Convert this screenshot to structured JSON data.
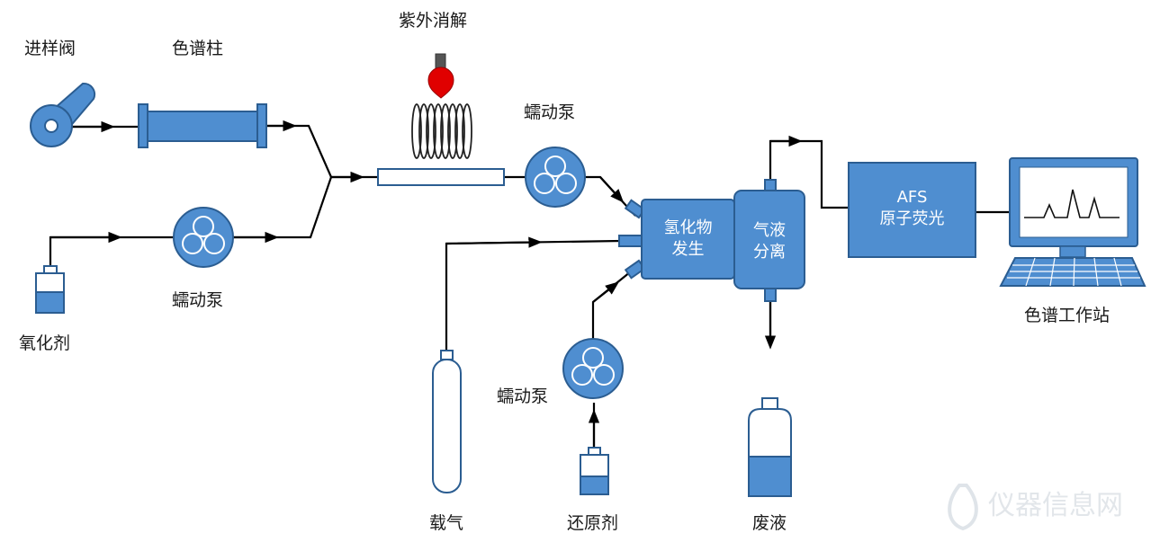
{
  "colors": {
    "fill": "#4f8ed0",
    "stroke": "#2b5d91",
    "line": "#000000",
    "lamp": "#e00000"
  },
  "labels": {
    "injection_valve": "进样阀",
    "column": "色谱柱",
    "uv_digestion": "紫外消解",
    "pump_top": "蠕动泵",
    "pump_left": "蠕动泵",
    "oxidant": "氧化剂",
    "pump_bottom": "蠕动泵",
    "carrier_gas": "载气",
    "reductant": "还原剂",
    "waste": "废液",
    "workstation": "色谱工作站"
  },
  "boxes": {
    "hydride_line1": "氢化物",
    "hydride_line2": "发生",
    "separator_line1": "气液",
    "separator_line2": "分离",
    "afs_line1": "AFS",
    "afs_line2": "原子荧光"
  },
  "watermark": "仪器信息网",
  "icons": [
    "valve-icon",
    "column-icon",
    "uv-lamp-icon",
    "coil-icon",
    "pump-icon",
    "bottle-icon",
    "gas-cylinder-icon",
    "monitor-icon",
    "keyboard-icon",
    "droplet-logo-icon"
  ]
}
